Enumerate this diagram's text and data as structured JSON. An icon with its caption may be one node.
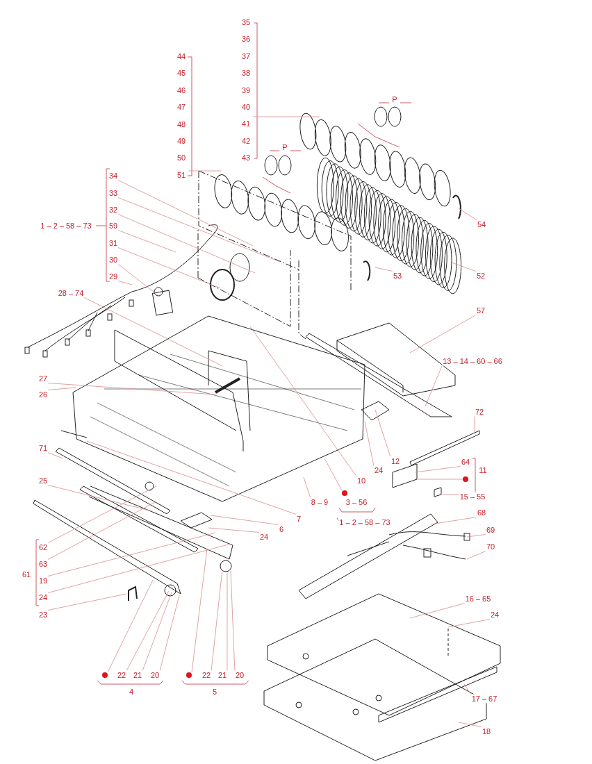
{
  "diagram": {
    "nodes": [
      {
        "text": [
          "35",
          "36",
          "37",
          "38",
          "39",
          "40",
          "41",
          "42",
          "43"
        ]
      },
      {
        "text": [
          "44",
          "45",
          "46",
          "47",
          "48",
          "49",
          "50",
          "51"
        ]
      },
      {
        "text": [
          "34"
        ]
      },
      {
        "text": [
          "33"
        ]
      },
      {
        "text": [
          "32"
        ]
      },
      {
        "text": [
          "59"
        ]
      },
      {
        "text": [
          "31"
        ]
      },
      {
        "text": [
          "54"
        ]
      },
      {
        "text": [
          "30"
        ]
      },
      {
        "text": [
          "53"
        ]
      },
      {
        "text": [
          "52"
        ]
      },
      {
        "text": [
          "29"
        ]
      },
      {
        "text": [
          "28 – 74"
        ]
      },
      {
        "text": [
          "57"
        ]
      },
      {
        "text": [
          "13 – 14 – 60 – 66"
        ]
      },
      {
        "text": [
          "27"
        ]
      },
      {
        "text": [
          "26"
        ]
      },
      {
        "text": [
          "72"
        ]
      },
      {
        "text": [
          "71"
        ]
      },
      {
        "text": [
          "12"
        ]
      },
      {
        "text": [
          "64"
        ]
      },
      {
        "text": [
          "24"
        ]
      },
      {
        "text": [],
        "shape": "circle"
      },
      {
        "text": [
          "10"
        ]
      },
      {
        "text": [
          "25"
        ]
      },
      {
        "text": [],
        "shape": "circle"
      },
      {
        "text": [
          "15 – 55"
        ]
      },
      {
        "text": [
          "8 – 9"
        ]
      },
      {
        "text": [
          "7"
        ]
      },
      {
        "text": [
          "24"
        ]
      },
      {
        "text": [
          "6"
        ]
      },
      {
        "text": [
          "68"
        ]
      },
      {
        "text": [
          "69"
        ]
      },
      {
        "text": [
          "70"
        ]
      },
      {
        "text": [
          "62"
        ]
      },
      {
        "text": [
          "63"
        ]
      },
      {
        "text": [
          "19"
        ]
      },
      {
        "text": [
          "24"
        ]
      },
      {
        "text": [
          "23"
        ]
      },
      {
        "text": [
          "16 – 65"
        ]
      },
      {
        "text": [
          "24"
        ]
      },
      {
        "text": [],
        "shape": "circle"
      },
      {
        "text": [
          "22"
        ]
      },
      {
        "text": [
          "21"
        ]
      },
      {
        "text": [
          "20"
        ]
      },
      {
        "text": [],
        "shape": "circle"
      },
      {
        "text": [
          "22"
        ]
      },
      {
        "text": [
          "21"
        ]
      },
      {
        "text": [
          "20"
        ]
      },
      {
        "text": [
          "17 – 67"
        ]
      },
      {
        "text": [
          "18"
        ]
      },
      {
        "text": [
          "11"
        ]
      },
      {
        "text": [
          "61"
        ]
      }
    ],
    "edges": [
      {
        "from": 0,
        "to": null,
        "arrow": "none"
      },
      {
        "from": 1,
        "to": null,
        "arrow": "none"
      },
      {
        "from": 2,
        "to": null,
        "arrow": "none"
      },
      {
        "from": 3,
        "to": null,
        "arrow": "none"
      },
      {
        "from": 4,
        "to": null,
        "arrow": "none"
      },
      {
        "from": 5,
        "to": null,
        "arrow": "none"
      },
      {
        "from": 6,
        "to": null,
        "arrow": "none"
      },
      {
        "from": 7,
        "to": null,
        "arrow": "none"
      },
      {
        "from": 8,
        "to": null,
        "arrow": "none"
      },
      {
        "from": 9,
        "to": null,
        "arrow": "none"
      },
      {
        "from": 10,
        "to": null,
        "arrow": "none"
      },
      {
        "from": 11,
        "to": null,
        "arrow": "none"
      },
      {
        "from": 12,
        "to": null,
        "arrow": "none"
      },
      {
        "from": 13,
        "to": null,
        "arrow": "none"
      },
      {
        "from": 14,
        "to": null,
        "arrow": "none"
      },
      {
        "from": 15,
        "to": null,
        "arrow": "none"
      },
      {
        "from": 16,
        "to": null,
        "arrow": "none"
      },
      {
        "from": 17,
        "to": null,
        "arrow": "none"
      },
      {
        "from": 18,
        "to": null,
        "arrow": "none"
      },
      {
        "from": 19,
        "to": null,
        "arrow": "none"
      },
      {
        "from": 20,
        "to": null,
        "arrow": "none"
      },
      {
        "from": 21,
        "to": null,
        "arrow": "none"
      },
      {
        "from": 22,
        "to": null,
        "arrow": "none"
      },
      {
        "from": 23,
        "to": null,
        "arrow": "none"
      },
      {
        "from": 24,
        "to": null,
        "arrow": "none"
      },
      {
        "from": 25,
        "to": null,
        "arrow": "none"
      },
      {
        "from": 26,
        "to": null,
        "arrow": "none"
      },
      {
        "from": 27,
        "to": null,
        "arrow": "none"
      },
      {
        "from": 28,
        "to": null,
        "arrow": "none"
      },
      {
        "from": 29,
        "to": null,
        "arrow": "none"
      },
      {
        "from": 30,
        "to": null,
        "arrow": "none"
      },
      {
        "from": 31,
        "to": null,
        "arrow": "none"
      },
      {
        "from": 32,
        "to": null,
        "arrow": "none"
      },
      {
        "from": 33,
        "to": null,
        "arrow": "none"
      },
      {
        "from": 34,
        "to": null,
        "arrow": "none"
      },
      {
        "from": 35,
        "to": null,
        "arrow": "none"
      },
      {
        "from": 36,
        "to": null,
        "arrow": "none"
      },
      {
        "from": 37,
        "to": null,
        "arrow": "none"
      },
      {
        "from": 38,
        "to": null,
        "arrow": "none"
      },
      {
        "from": 39,
        "to": null,
        "arrow": "none"
      },
      {
        "from": 40,
        "to": null,
        "arrow": "none"
      },
      {
        "from": 41,
        "to": null,
        "arrow": "none"
      },
      {
        "from": 42,
        "to": null,
        "arrow": "none"
      },
      {
        "from": 43,
        "to": null,
        "arrow": "none"
      },
      {
        "from": 44,
        "to": null,
        "arrow": "none"
      },
      {
        "from": 45,
        "to": null,
        "arrow": "none"
      },
      {
        "from": 46,
        "to": null,
        "arrow": "none"
      },
      {
        "from": 47,
        "to": null,
        "arrow": "none"
      },
      {
        "from": 48,
        "to": null,
        "arrow": "none"
      },
      {
        "from": 49,
        "to": null,
        "arrow": "none"
      },
      {
        "from": 50,
        "to": null,
        "arrow": "none"
      }
    ],
    "labels": [
      "P",
      "P",
      "1 – 2 – 58 – 73",
      "3 – 56",
      "1 – 2 – 58 – 73",
      "4",
      "5"
    ]
  }
}
